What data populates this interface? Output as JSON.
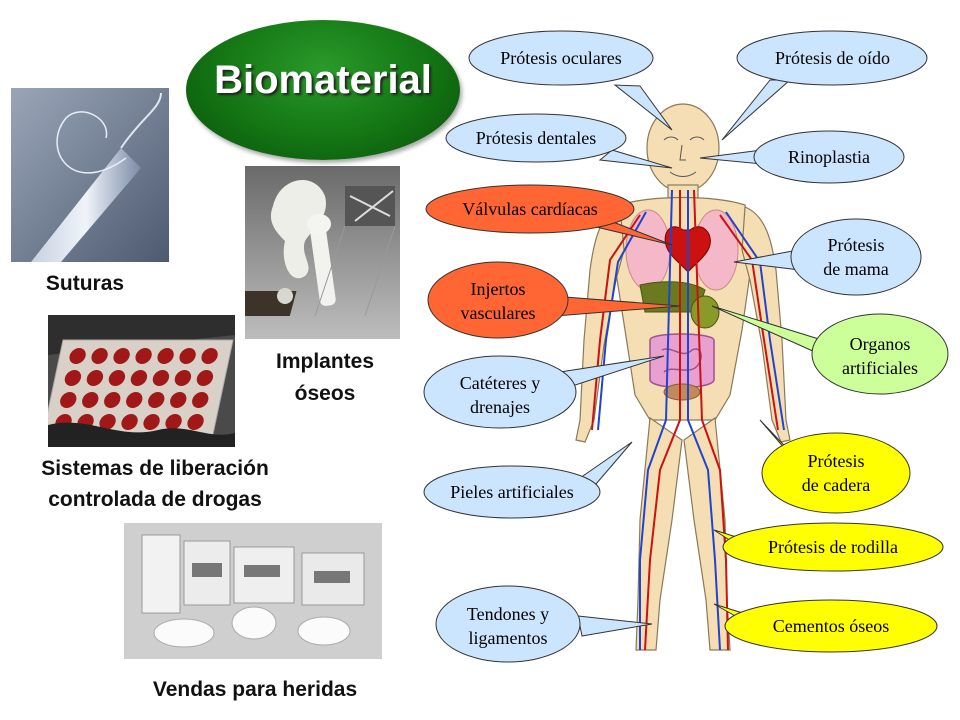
{
  "title": "Biomaterial",
  "captions": {
    "suturas": "Suturas",
    "implantes_l1": "Implantes",
    "implantes_l2": "óseos",
    "sistemas_l1": "Sistemas de liberación",
    "sistemas_l2": "controlada de drogas",
    "vendas": "Vendas para heridas"
  },
  "callouts": {
    "protesis_oculares": "Prótesis oculares",
    "protesis_oido": "Prótesis de oído",
    "protesis_dentales": "Prótesis dentales",
    "rinoplastia": "Rinoplastia",
    "valvulas": "Válvulas cardíacas",
    "mama_l1": "Prótesis",
    "mama_l2": "de mama",
    "injertos_l1": "Injertos",
    "injertos_l2": "vasculares",
    "organos_l1": "Organos",
    "organos_l2": "artificiales",
    "cateteres_l1": "Catéteres y",
    "cateteres_l2": "drenajes",
    "cadera_l1": "Prótesis",
    "cadera_l2": "de cadera",
    "pieles": "Pieles artificiales",
    "rodilla": "Prótesis de rodilla",
    "tendones_l1": "Tendones y",
    "tendones_l2": "ligamentos",
    "cementos": "Cementos óseos"
  },
  "colors": {
    "blue_bubble": "#CCE5FF",
    "orange_bubble": "#FF6633",
    "yellow_bubble": "#FFFF00",
    "green_bubble": "#CCFF99",
    "title_green": "#137513",
    "skin": "#F5DEB3"
  }
}
